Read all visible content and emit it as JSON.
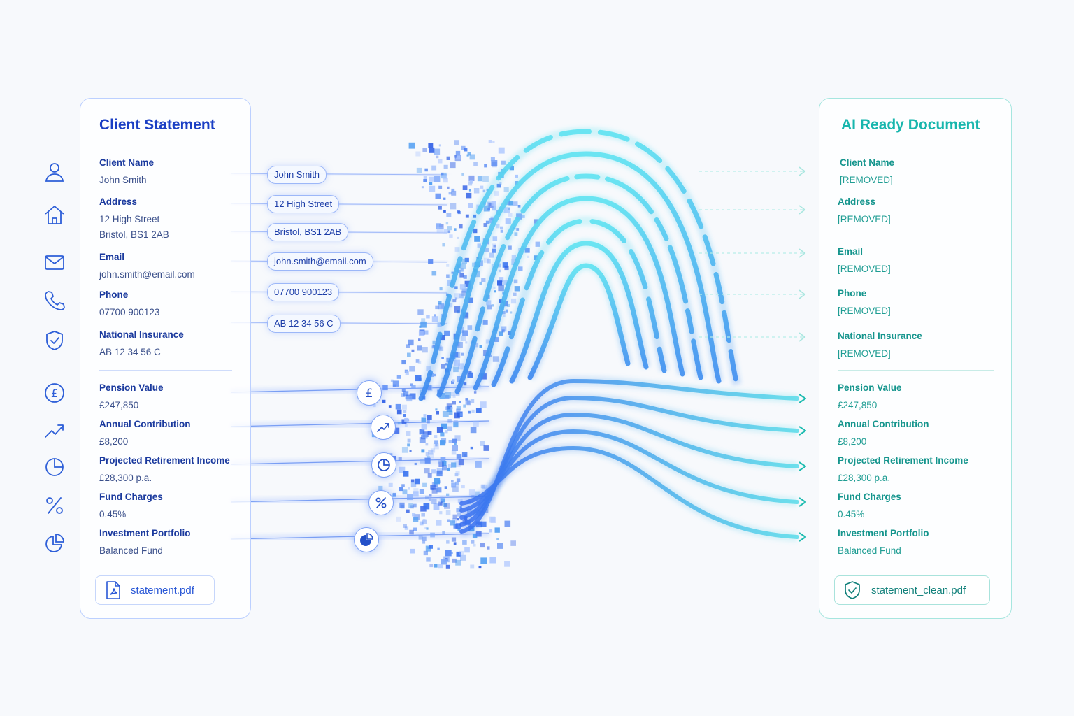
{
  "left_panel": {
    "title": "Client Statement",
    "personal_fields": [
      {
        "label": "Client Name",
        "value": "John Smith"
      },
      {
        "label": "Address",
        "value": "12 High Street",
        "value2": "Bristol, BS1 2AB"
      },
      {
        "label": "Email",
        "value": "john.smith@email.com"
      },
      {
        "label": "Phone",
        "value": "07700 900123"
      },
      {
        "label": "National Insurance",
        "value": "AB 12 34 56 C"
      }
    ],
    "financial_fields": [
      {
        "label": "Pension Value",
        "value": "£247,850"
      },
      {
        "label": "Annual Contribution",
        "value": "£8,200"
      },
      {
        "label": "Projected Retirement Income",
        "value": "£28,300 p.a."
      },
      {
        "label": "Fund Charges",
        "value": "0.45%"
      },
      {
        "label": "Investment Portfolio",
        "value": "Balanced Fund"
      }
    ],
    "file": {
      "name": "statement.pdf",
      "icon": "pdf-file-icon"
    }
  },
  "side_icons": [
    "user-icon",
    "home-icon",
    "mail-icon",
    "phone-icon",
    "shield-check-icon",
    "pound-icon",
    "trend-up-icon",
    "pie-chart-icon",
    "percent-icon",
    "pie-chart-icon"
  ],
  "chips": [
    "John Smith",
    "12 High Street",
    "Bristol, BS1 2AB",
    "john.smith@email.com",
    "07700 900123",
    "AB 12 34 56 C"
  ],
  "flow_icons": [
    "pound-icon",
    "trend-up-icon",
    "pie-chart-icon",
    "percent-icon",
    "pie-chart-filled-icon"
  ],
  "right_panel": {
    "title": "AI Ready Document",
    "redacted_fields": [
      {
        "label": "Client Name",
        "value": "[REMOVED]"
      },
      {
        "label": "Address",
        "value": "[REMOVED]"
      },
      {
        "label": "Email",
        "value": "[REMOVED]"
      },
      {
        "label": "Phone",
        "value": "[REMOVED]"
      },
      {
        "label": "National Insurance",
        "value": "[REMOVED]"
      }
    ],
    "financial_fields": [
      {
        "label": "Pension Value",
        "value": "£247,850"
      },
      {
        "label": "Annual Contribution",
        "value": "£8,200"
      },
      {
        "label": "Projected Retirement Income",
        "value": "£28,300 p.a."
      },
      {
        "label": "Fund Charges",
        "value": "0.45%"
      },
      {
        "label": "Investment Portfolio",
        "value": "Balanced Fund"
      }
    ],
    "file": {
      "name": "statement_clean.pdf",
      "icon": "shield-check-icon"
    }
  },
  "colors": {
    "left_accent": "#1b3fc4",
    "right_accent": "#18b6ad",
    "pixel_blue": "#3b6ff0",
    "fingerprint_cyan": "#4fd6ee"
  }
}
